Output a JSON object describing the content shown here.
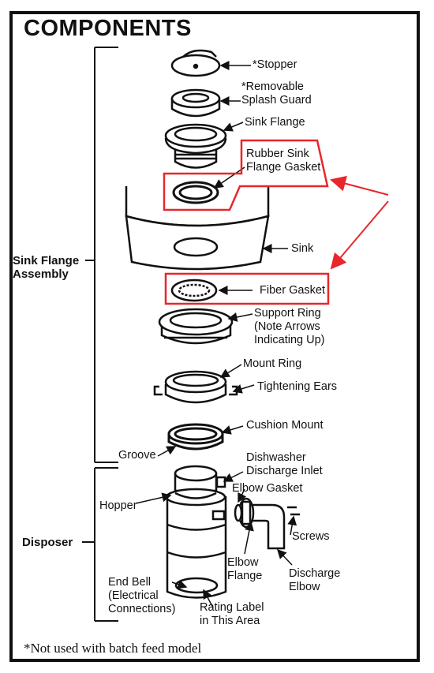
{
  "title": "COMPONENTS",
  "groups": {
    "sink_flange_assembly": "Sink Flange\nAssembly",
    "disposer": "Disposer"
  },
  "labels": {
    "stopper": "*Stopper",
    "splash_guard": "*Removable\nSplash Guard",
    "sink_flange": "Sink Flange",
    "rubber_gasket": "Rubber Sink\nFlange Gasket",
    "sink": "Sink",
    "fiber_gasket": "Fiber Gasket",
    "support_ring": "Support Ring\n(Note Arrows\nIndicating Up)",
    "mount_ring": "Mount Ring",
    "tightening_ears": "Tightening Ears",
    "cushion_mount": "Cushion Mount",
    "groove": "Groove",
    "dishwasher_inlet": "Dishwasher\nDischarge Inlet",
    "hopper": "Hopper",
    "elbow_gasket": "Elbow Gasket",
    "screws": "Screws",
    "elbow_flange": "Elbow\nFlange",
    "discharge_elbow": "Discharge\nElbow",
    "end_bell": "End Bell\n(Electrical\nConnections)",
    "rating_label": "Rating Label\nin This Area"
  },
  "footnote": "*Not used with batch feed model",
  "colors": {
    "highlight": "#e8262b",
    "ink": "#111111"
  }
}
